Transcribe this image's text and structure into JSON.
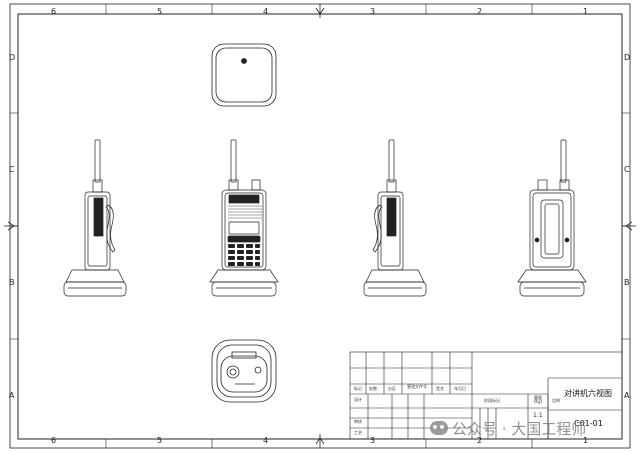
{
  "drawing": {
    "col_numbers_top": [
      "6",
      "5",
      "4",
      "3",
      "2",
      "1"
    ],
    "col_numbers_bottom": [
      "6",
      "5",
      "4",
      "3",
      "2",
      "1"
    ],
    "row_letters_left": [
      "D",
      "C",
      "B",
      "A"
    ],
    "row_letters_right": [
      "D",
      "C",
      "B",
      "A"
    ]
  },
  "views": {
    "top_view": "top-view",
    "left_view": "left-side-view",
    "front_view": "front-view",
    "right_view": "right-side-view",
    "back_view": "back-view",
    "bottom_view": "bottom-view"
  },
  "title_block": {
    "header_cells": [
      "标记",
      "处数",
      "分区",
      "更改文件号",
      "签名",
      "年月日"
    ],
    "left_rows": [
      "设计",
      "审核",
      "工艺"
    ],
    "stage_label": "阶段标记",
    "weight_label": "重量(Kg)",
    "scale_label": "比例",
    "scale_value": "1:1",
    "title": "对讲机六视图",
    "drawing_number": "C01-01"
  },
  "watermark": {
    "text": "公众号 · 大国工程师"
  }
}
